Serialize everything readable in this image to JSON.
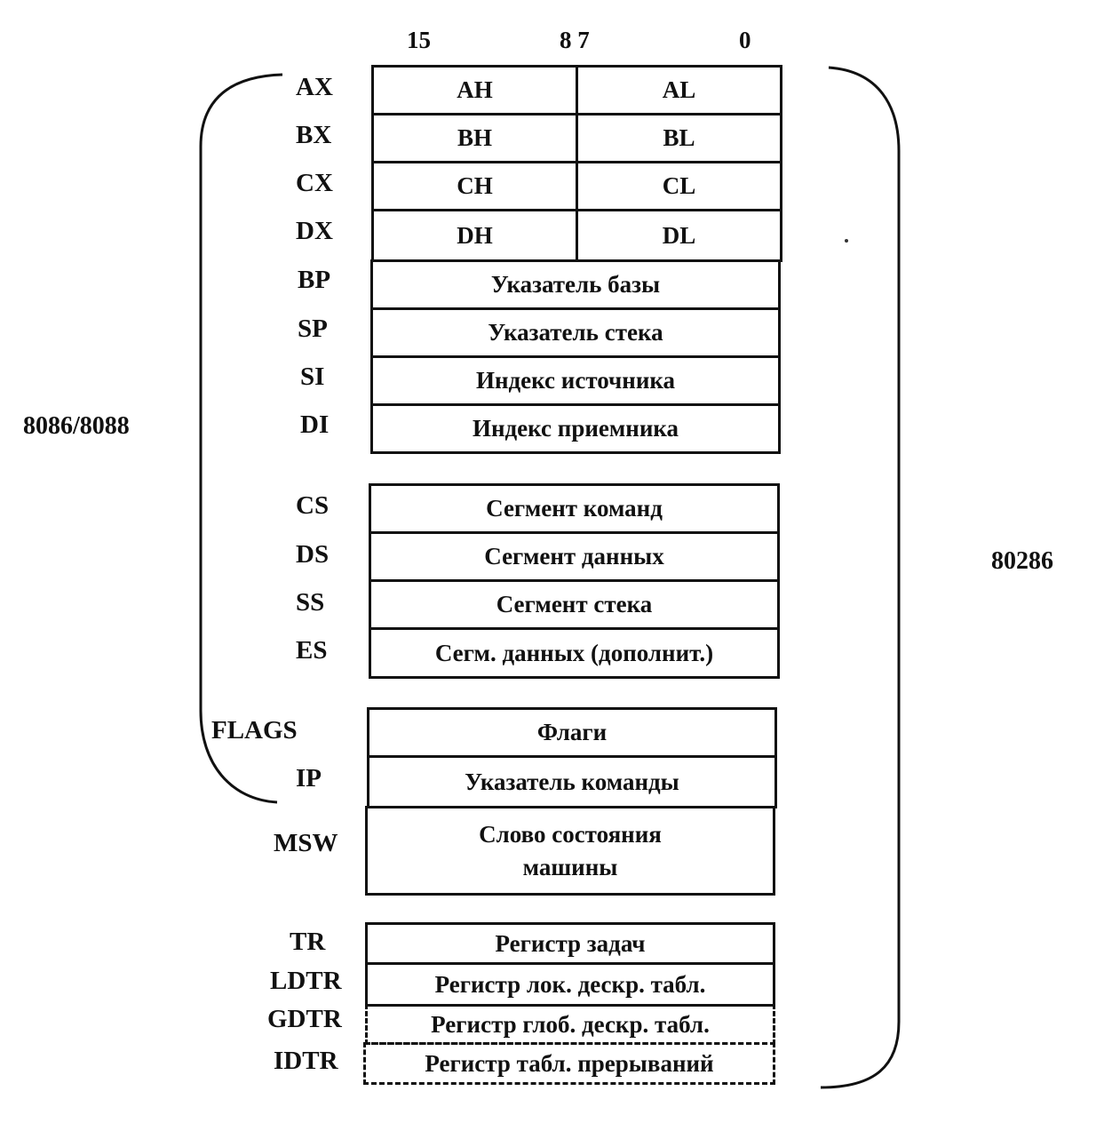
{
  "bit_positions": [
    "15",
    "8 7",
    "0"
  ],
  "general_registers": [
    {
      "name": "AX",
      "high": "AH",
      "low": "AL"
    },
    {
      "name": "BX",
      "high": "BH",
      "low": "BL"
    },
    {
      "name": "CX",
      "high": "CH",
      "low": "CL"
    },
    {
      "name": "DX",
      "high": "DH",
      "low": "DL"
    }
  ],
  "pointer_registers": [
    {
      "name": "BP",
      "desc": "Указатель базы"
    },
    {
      "name": "SP",
      "desc": "Указатель стека"
    },
    {
      "name": "SI",
      "desc": "Индекс источника"
    },
    {
      "name": "DI",
      "desc": "Индекс приемника"
    }
  ],
  "segment_registers": [
    {
      "name": "CS",
      "desc": "Сегмент команд"
    },
    {
      "name": "DS",
      "desc": "Сегмент данных"
    },
    {
      "name": "SS",
      "desc": "Сегмент стека"
    },
    {
      "name": "ES",
      "desc": "Сегм. данных (дополнит.)"
    }
  ],
  "control_registers": [
    {
      "name": "FLAGS",
      "desc": "Флаги"
    },
    {
      "name": "IP",
      "desc": "Указатель команды"
    }
  ],
  "msw": {
    "name": "MSW",
    "desc_line1": "Слово состояния",
    "desc_line2": "машины"
  },
  "system_registers": [
    {
      "name": "TR",
      "desc": "Регистр задач"
    },
    {
      "name": "LDTR",
      "desc": "Регистр лок. дескр. табл."
    },
    {
      "name": "GDTR",
      "desc": "Регистр глоб. дескр. табл."
    },
    {
      "name": "IDTR",
      "desc": "Регистр табл. прерываний"
    }
  ],
  "group_labels": {
    "left": "8086/8088",
    "right": "80286"
  }
}
